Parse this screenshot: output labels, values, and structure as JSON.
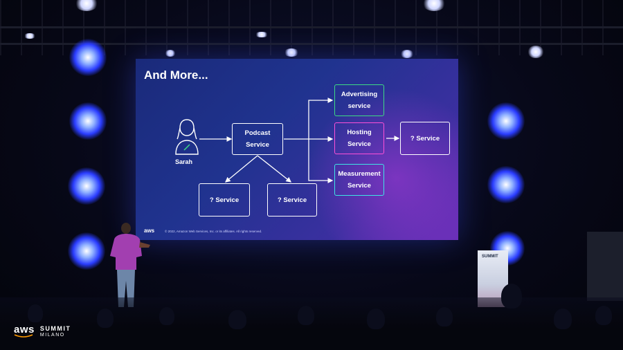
{
  "slide": {
    "title": "And More...",
    "person_label": "Sarah",
    "nodes": {
      "podcast": {
        "line1": "Podcast",
        "line2": "Service"
      },
      "advertising": {
        "line1": "Advertising",
        "line2": "service"
      },
      "hosting": {
        "line1": "Hosting",
        "line2": "Service"
      },
      "measurement": {
        "line1": "Measurement",
        "line2": "Service"
      },
      "right_service": "? Service",
      "bottom_left_service": "? Service",
      "bottom_mid_service": "? Service"
    },
    "footer_logo": "aws",
    "copyright": "© 2022, Amazon Web Services, Inc. or its affiliates. All rights reserved.",
    "colors": {
      "advertising": "#3ddc84",
      "hosting": "#ff4fd8",
      "measurement": "#3ee6e6"
    }
  },
  "event_logo": {
    "brand": "aws",
    "event": "SUMMIT",
    "city": "MILANO"
  },
  "banner": {
    "text": "SUMMIT"
  }
}
